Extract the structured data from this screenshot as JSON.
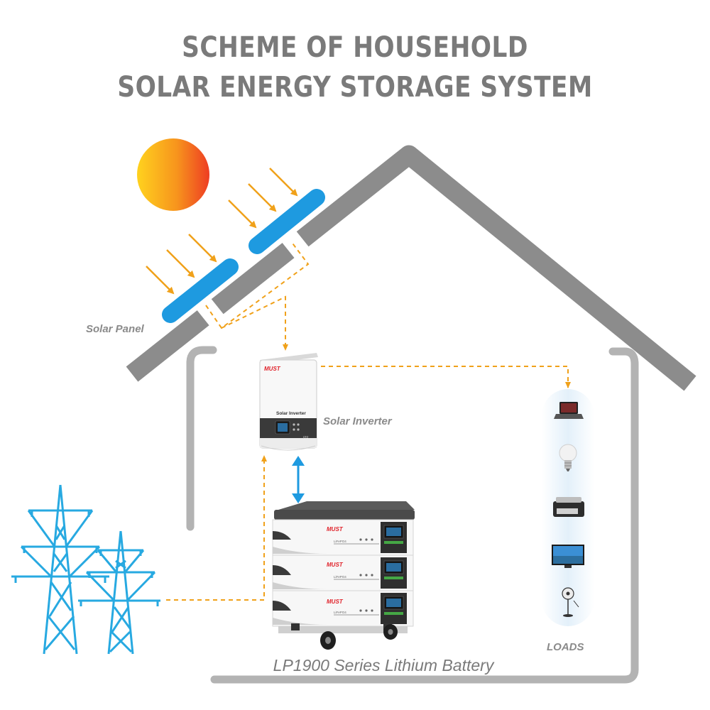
{
  "title": {
    "line1": "SCHEME OF HOUSEHOLD",
    "line2": "SOLAR ENERGY STORAGE SYSTEM"
  },
  "labels": {
    "solar_panel": "Solar Panel",
    "solar_inverter": "Solar Inverter",
    "loads": "LOADS",
    "battery": "LP1900 Series Lithium Battery"
  },
  "device_text": {
    "brand": "MUST",
    "inverter_face": "Solar Inverter",
    "inverter_badge": "pro",
    "battery_model": "LiFePO4"
  },
  "loads": [
    "laptop-icon",
    "light-bulb-icon",
    "printer-icon",
    "tv-icon",
    "fan-icon"
  ],
  "colors": {
    "title": "#7a7a7a",
    "roof": "#8c8c8c",
    "house_wall": "#b5b5b5",
    "panel": "#1e9ae0",
    "sun_start": "#ffd21e",
    "sun_end": "#ee3d23",
    "sun_ray": "#f0a11a",
    "dashed_line": "#f0a11a",
    "pylon": "#27a9e1",
    "loads_bg": "#e6f2fb",
    "battery_arrow": "#1e9ae0"
  }
}
